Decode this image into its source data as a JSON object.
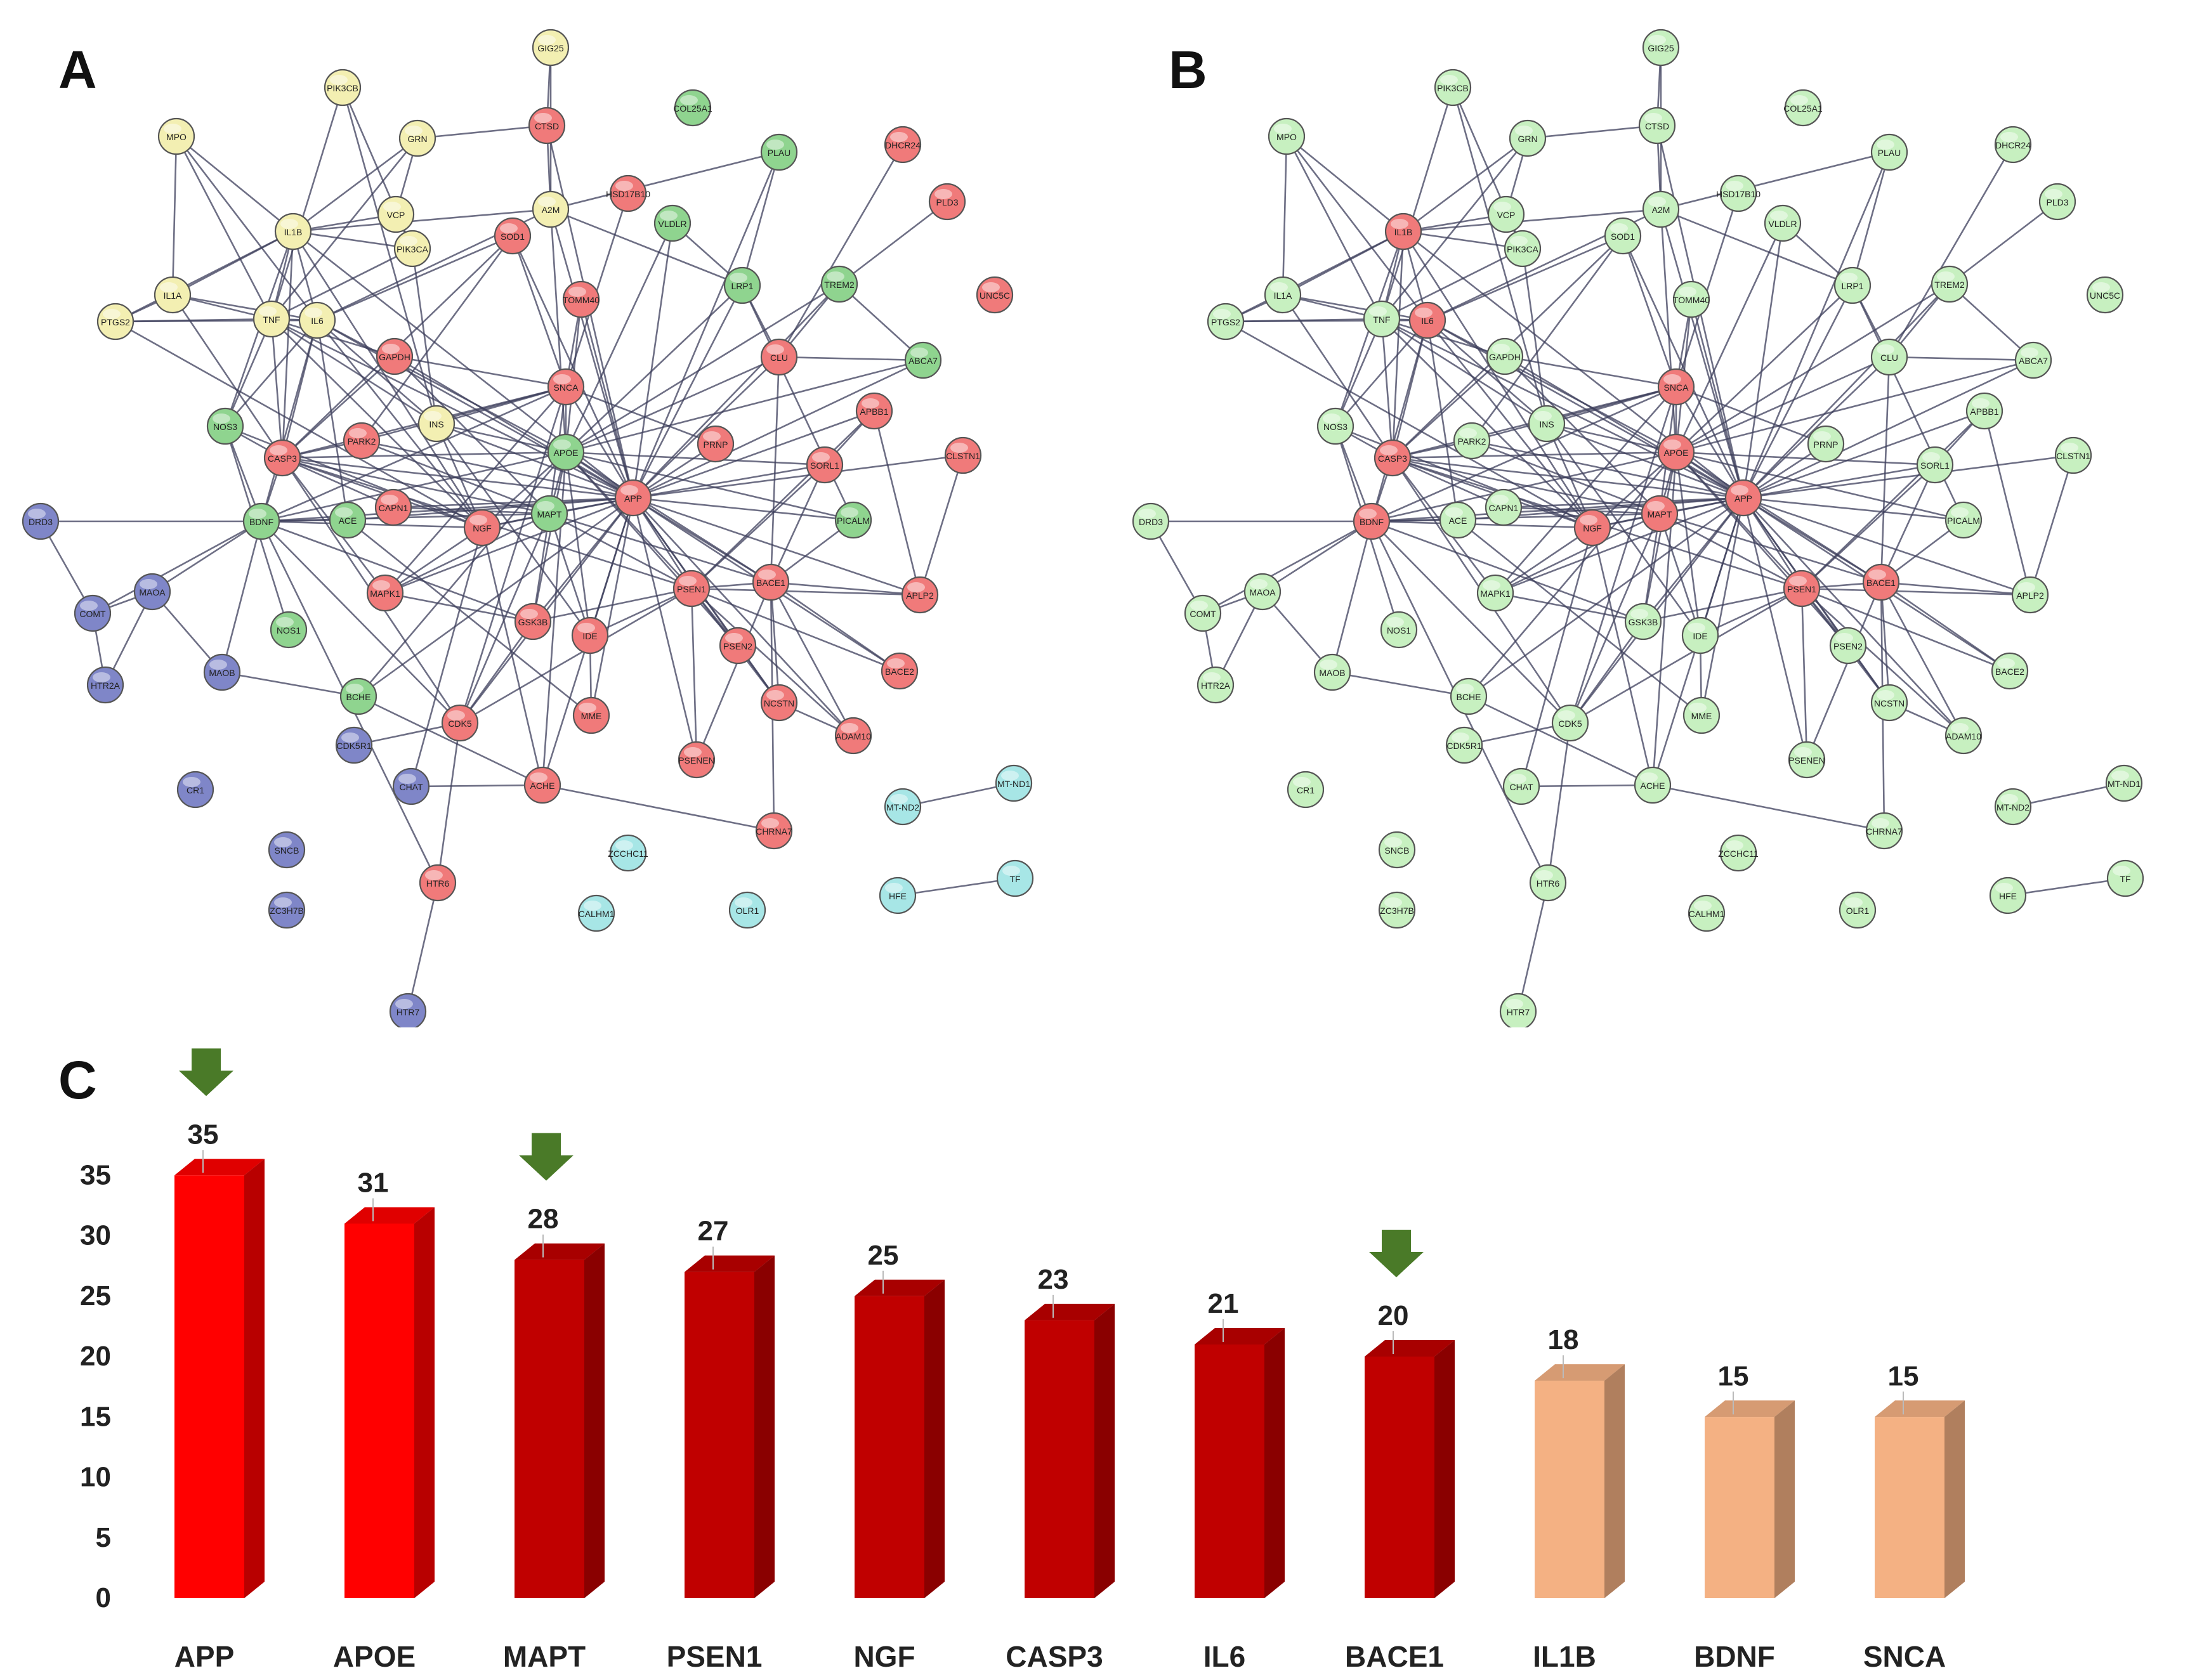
{
  "panels": {
    "a": "A",
    "b": "B",
    "c": "C"
  },
  "colors": {
    "red": "#f07a7a",
    "yellow": "#f3efb2",
    "green": "#8fd48f",
    "blue": "#7f86c8",
    "cyan": "#a7e6e6",
    "lightgreen": "#c7f0c0",
    "bar_bright": "#ff0000",
    "bar_dark": "#c00000",
    "bar_peach": "#f4b183",
    "arrow": "#4a7a28",
    "edge": "#3d3f5c"
  },
  "network": {
    "nodes": [
      "GIG25",
      "PIK3CB",
      "CTSD",
      "COL25A1",
      "MPO",
      "GRN",
      "PLAU",
      "DHCR24",
      "HSD17B10",
      "PLD3",
      "A2M",
      "VCP",
      "IL1B",
      "PIK3CA",
      "SOD1",
      "VLDLR",
      "LRP1",
      "TREM2",
      "UNC5C",
      "IL1A",
      "PTGS2",
      "TNF",
      "IL6",
      "TOMM40",
      "CLU",
      "ABCA7",
      "GAPDH",
      "SNCA",
      "APBB1",
      "NOS3",
      "PARK2",
      "INS",
      "APOE",
      "PRNP",
      "SORL1",
      "CLSTN1",
      "CASP3",
      "CAPN1",
      "ACE",
      "DRD3",
      "BDNF",
      "NGF",
      "MAPT",
      "APP",
      "PICALM",
      "MAOA",
      "MAPK1",
      "BACE1",
      "PSEN1",
      "APLP2",
      "COMT",
      "NOS1",
      "GSK3B",
      "IDE",
      "PSEN2",
      "BACE2",
      "HTR2A",
      "MAOB",
      "BCHE",
      "MME",
      "NCSTN",
      "ADAM10",
      "CDK5",
      "CDK5R1",
      "PSENEN",
      "CHAT",
      "ACHE",
      "MT-ND2",
      "MT-ND1",
      "CR1",
      "CHRNA7",
      "SNCB",
      "ZCCHC11",
      "HTR6",
      "HFE",
      "TF",
      "ZC3H7B",
      "CALHM1",
      "OLR1",
      "HTR7"
    ]
  },
  "chart_data": {
    "type": "bar",
    "categories": [
      "APP",
      "APOE",
      "MAPT",
      "PSEN1",
      "NGF",
      "CASP3",
      "IL6",
      "BACE1",
      "IL1B",
      "BDNF",
      "SNCA"
    ],
    "values": [
      35,
      31,
      28,
      27,
      25,
      23,
      21,
      20,
      18,
      15,
      15
    ],
    "ylim": [
      0,
      35
    ],
    "yticks": [
      "0",
      "5",
      "10",
      "15",
      "20",
      "25",
      "30",
      "35"
    ],
    "bar_colors": [
      "bar_bright",
      "bar_bright",
      "bar_dark",
      "bar_dark",
      "bar_dark",
      "bar_dark",
      "bar_dark",
      "bar_dark",
      "bar_peach",
      "bar_peach",
      "bar_peach"
    ],
    "arrows_on": [
      "APP",
      "MAPT",
      "BACE1"
    ],
    "title": "",
    "xlabel": "",
    "ylabel": ""
  }
}
